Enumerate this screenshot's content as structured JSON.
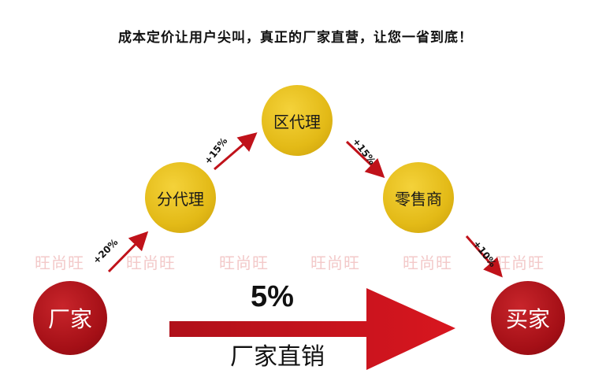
{
  "headline": "成本定价让用户尖叫，真正的厂家直营，让您一省到底！",
  "nodes": {
    "factory": "厂家",
    "district_agent": "区代理",
    "sub_agent": "分代理",
    "retailer": "零售商",
    "buyer": "买家"
  },
  "markups": {
    "to_sub_agent": "+20%",
    "to_district_agent": "+15%",
    "to_retailer": "+15%",
    "to_buyer": "+10%"
  },
  "direct": {
    "percent": "5%",
    "label": "厂家直销"
  },
  "watermark": "旺尚旺",
  "colors": {
    "gold": "#e3ba17",
    "red": "#a40f16",
    "arrow": "#c0121a"
  }
}
